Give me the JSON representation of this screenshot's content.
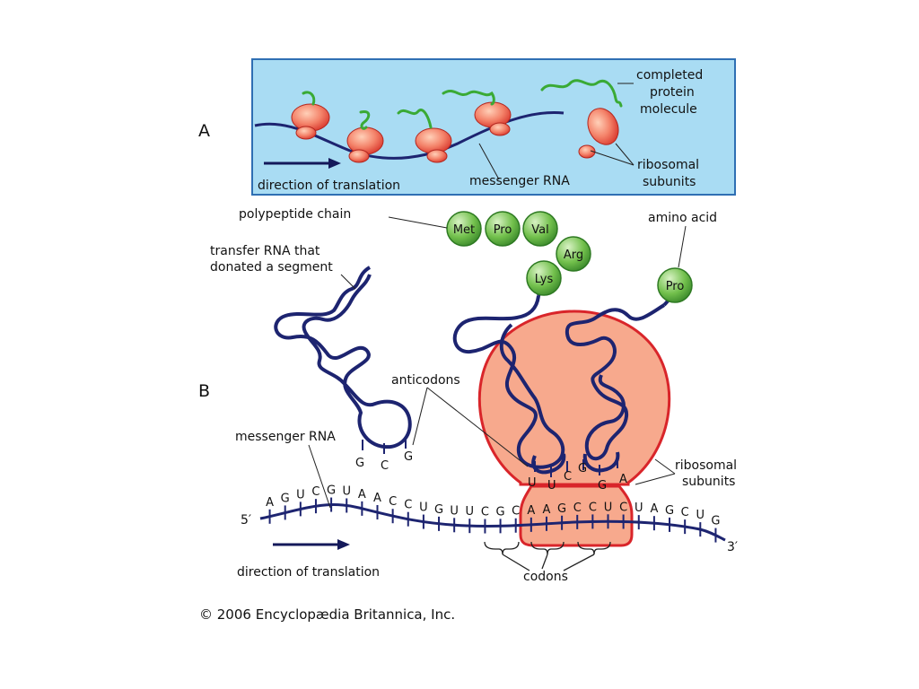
{
  "panel_a": {
    "letter": "A",
    "label_protein": [
      "completed",
      "protein",
      "molecule"
    ],
    "label_ribosomal": [
      "ribosomal",
      "subunits"
    ],
    "label_direction": "direction of translation",
    "label_mrna": "messenger RNA"
  },
  "panel_b": {
    "letter": "B",
    "label_polypeptide": "polypeptide chain",
    "label_amino": "amino acid",
    "label_trna": [
      "transfer RNA that",
      "donated a segment"
    ],
    "label_anticodons": "anticodons",
    "label_mrna": "messenger RNA",
    "label_ribosomal": [
      "ribosomal",
      "subunits"
    ],
    "label_codons": "codons",
    "label_direction": "direction of translation",
    "label_5prime": "5′",
    "label_3prime": "3′",
    "amino_acids": [
      "Met",
      "Pro",
      "Val",
      "Arg",
      "Lys",
      "Pro"
    ],
    "mrna_bases": [
      "A",
      "G",
      "U",
      "C",
      "G",
      "U",
      "A",
      "A",
      "C",
      "C",
      "U",
      "G",
      "U",
      "U",
      "C",
      "G",
      "C",
      "A",
      "A",
      "G",
      "C",
      "C",
      "U",
      "C",
      "U",
      "A",
      "G",
      "C",
      "U",
      "G"
    ],
    "anticodons_free": [
      "G",
      "C",
      "G"
    ],
    "anticodons_bound_1": [
      "U",
      "U",
      "C"
    ],
    "anticodons_bound_2": [
      "G",
      "G",
      "A"
    ]
  },
  "copyright": "© 2006 Encyclopædia Britannica, Inc.",
  "colors": {
    "panel_bg": "#a9dcf3",
    "panel_border": "#2f6fb3",
    "ribosome_fill": "#f7a98d",
    "ribosome_stroke": "#d9252a",
    "rna_strand": "#1d2470",
    "amino_fill": "#6fbf4a",
    "amino_stroke": "#2e7a22",
    "protein_green": "#3aaa35",
    "arrow": "#14195a"
  }
}
